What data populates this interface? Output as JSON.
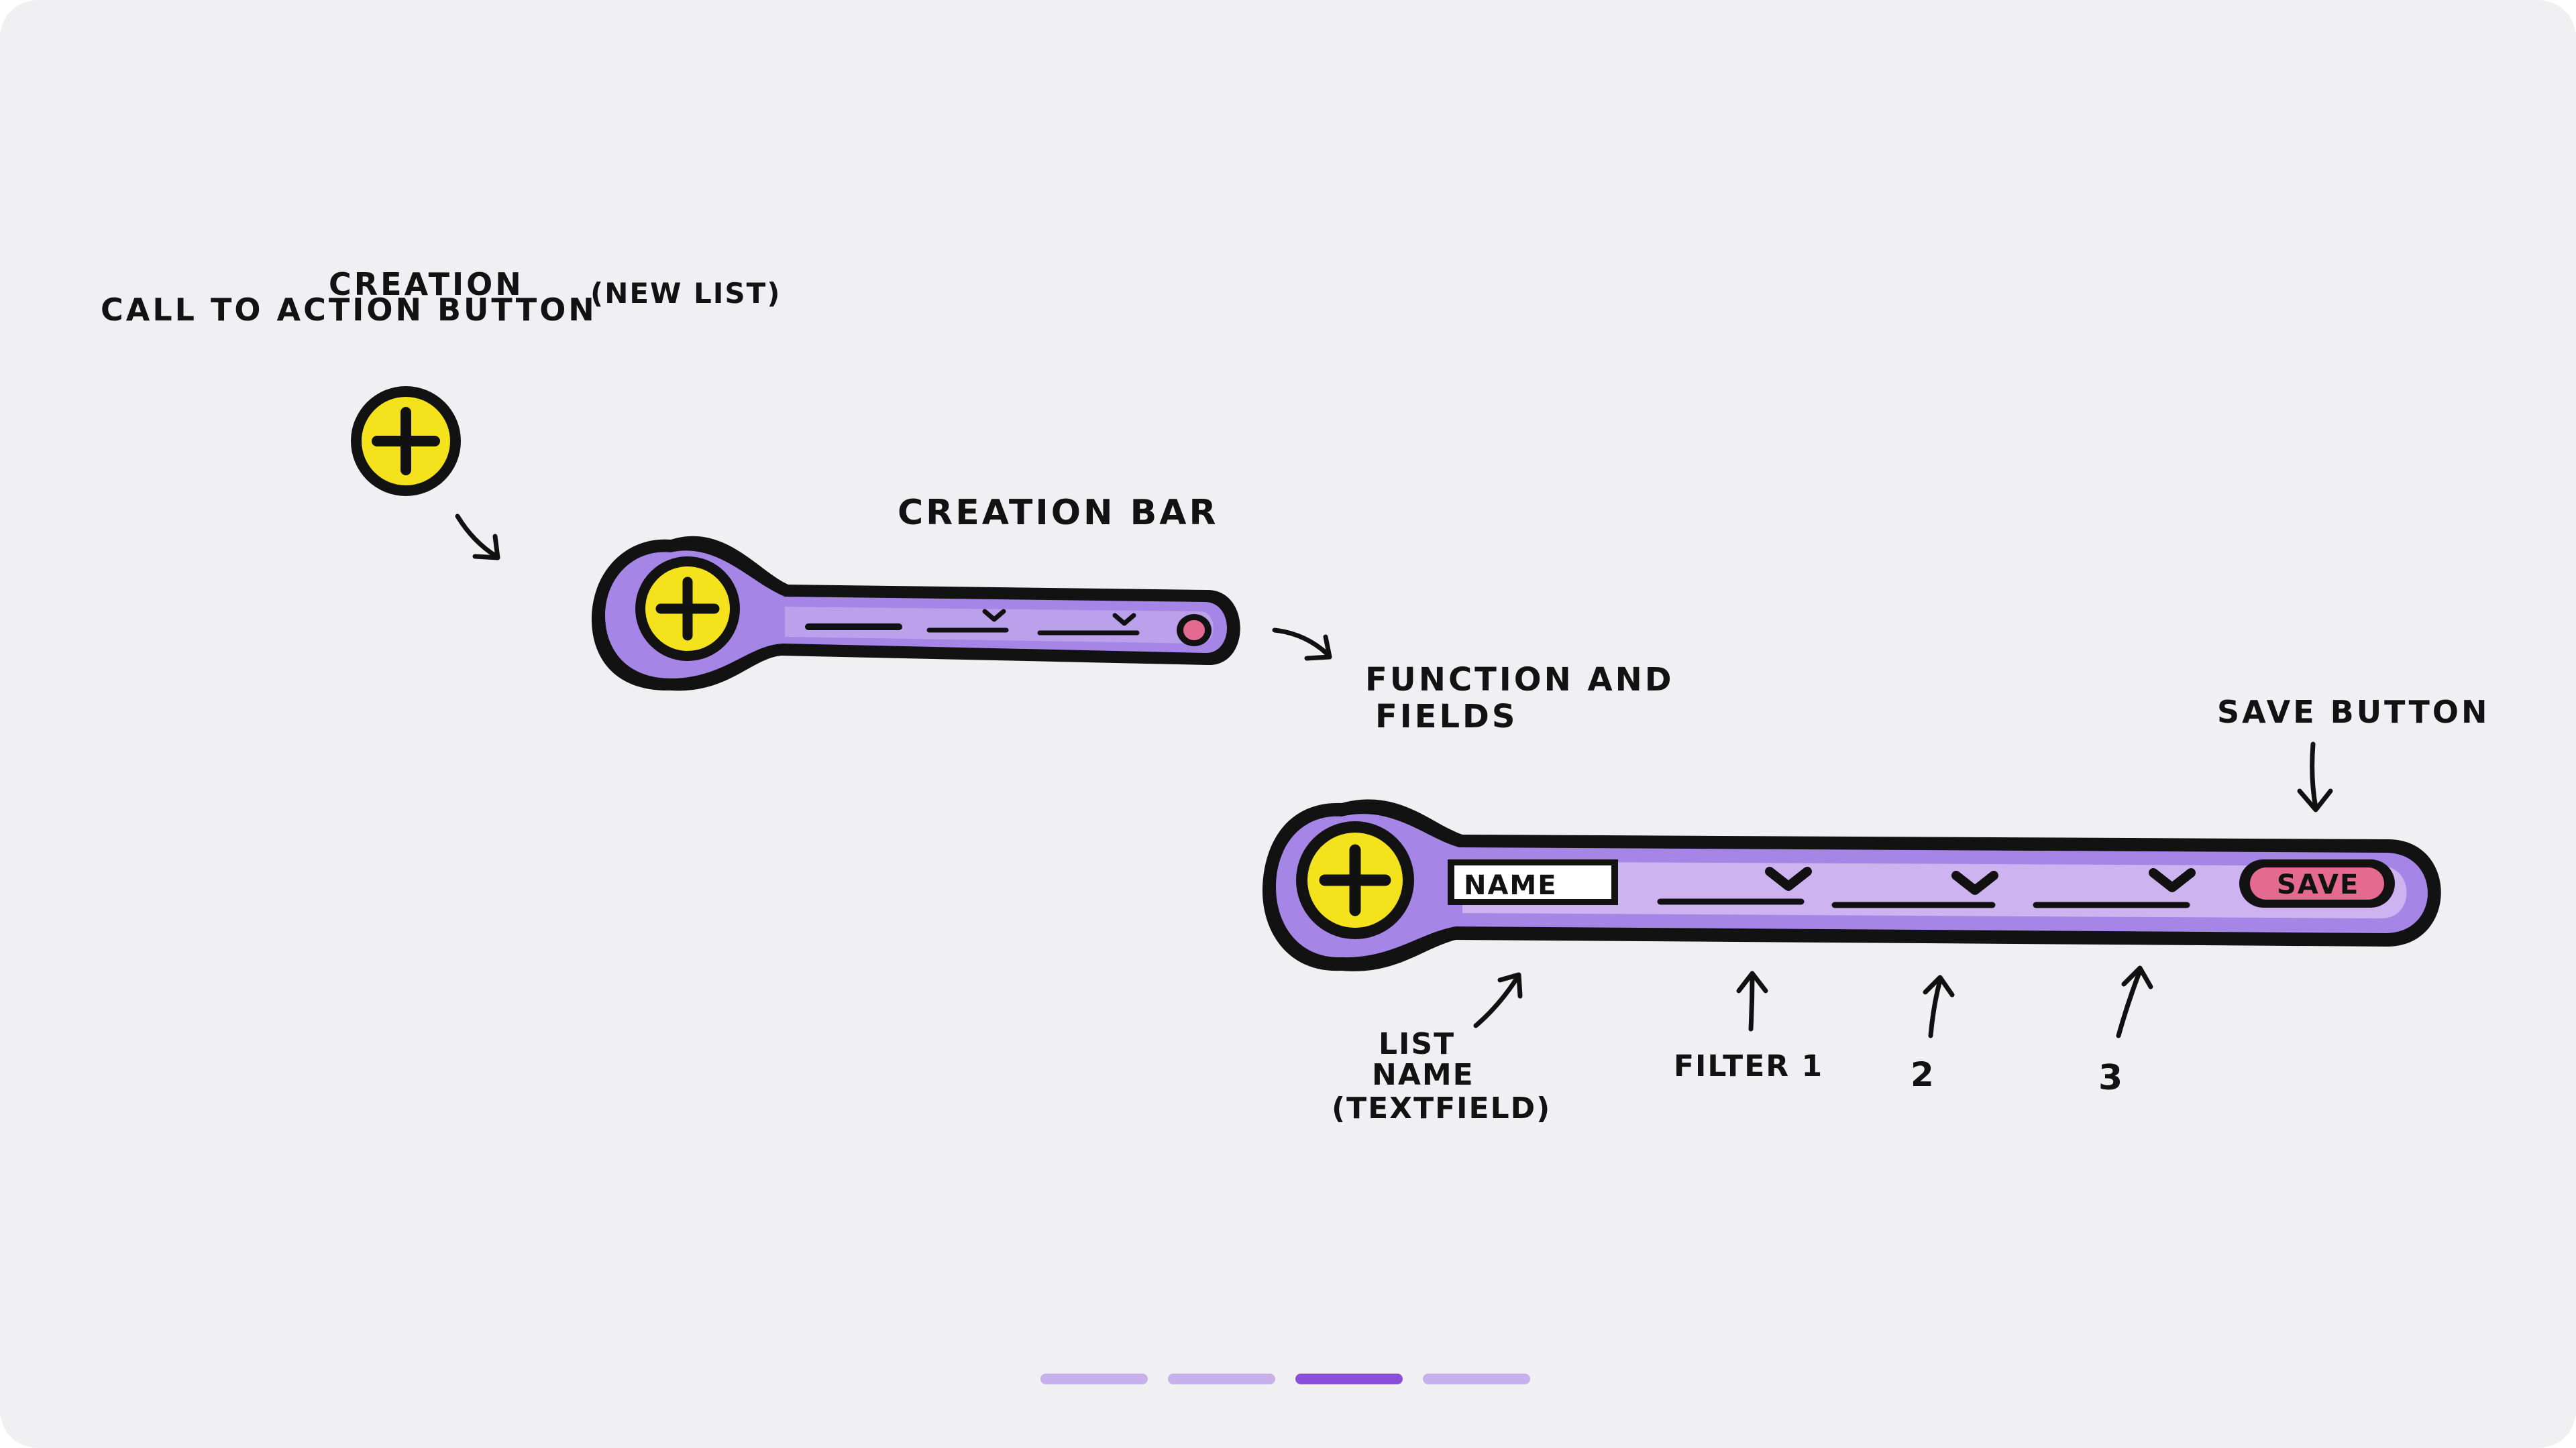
{
  "labels": {
    "cta_line1": "CREATION",
    "cta_line2": "CALL TO ACTION BUTTON",
    "new_list": "(NEW LIST)",
    "creation_bar": "CREATION BAR",
    "function_line1": "FUNCTION AND",
    "function_line2": "FIELDS",
    "save_button": "SAVE BUTTON",
    "list_name_line1": "LIST",
    "list_name_line2": "NAME",
    "list_name_line3": "(TEXTFIELD)",
    "filter1": "FILTER 1",
    "filter2": "2",
    "filter3": "3"
  },
  "bar": {
    "name_field": "NAME",
    "save": "SAVE"
  },
  "pager": {
    "count": 4,
    "active_index": 2
  },
  "colors": {
    "background": "#f0f0f2",
    "yellow_button": "#f3e21c",
    "bar_purple": "#a585e6",
    "bar_light": "#d3bcf2",
    "save_pink": "#e56a92",
    "pager_inactive": "#c7b0ec",
    "pager_active": "#8a4fd8",
    "ink": "#111111"
  },
  "icons": [
    "plus-icon",
    "chevron-down-icon",
    "arrow-icon"
  ]
}
